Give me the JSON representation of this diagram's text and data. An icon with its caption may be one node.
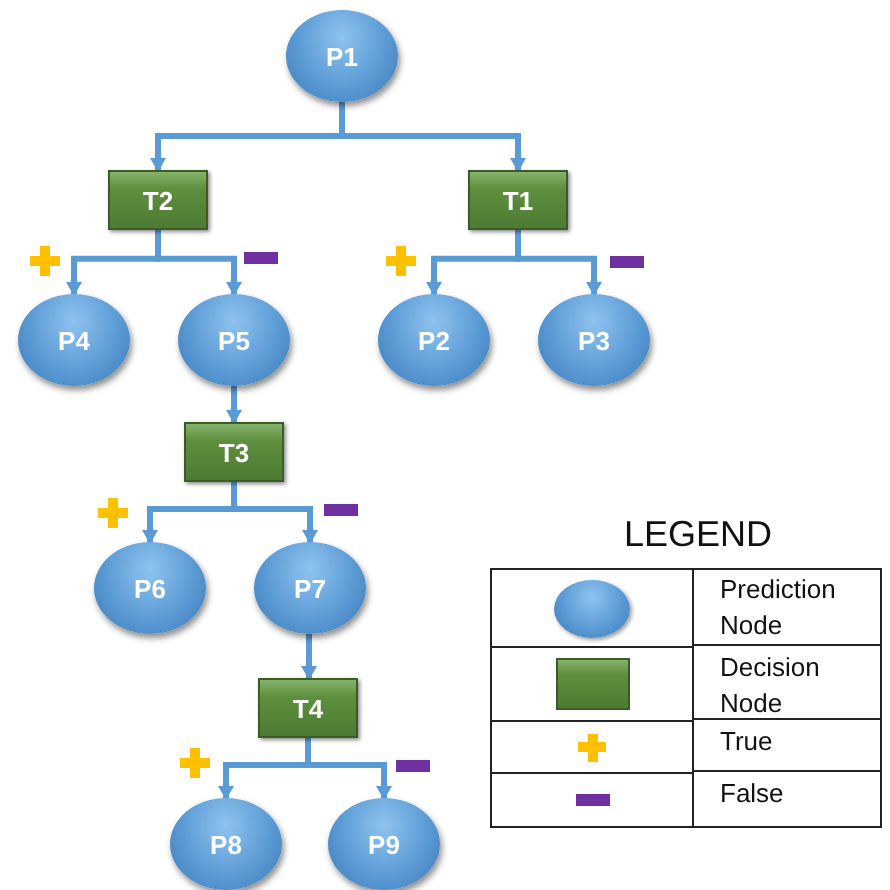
{
  "diagram": {
    "nodes": [
      {
        "text": [
          "P1"
        ]
      },
      {
        "text": [
          "T2"
        ]
      },
      {
        "text": [
          "T1"
        ]
      },
      {
        "text": [
          "P4"
        ]
      },
      {
        "text": [
          "P5"
        ]
      },
      {
        "text": [
          "P2"
        ]
      },
      {
        "text": [
          "P3"
        ]
      },
      {
        "text": [
          "T3"
        ]
      },
      {
        "text": [
          "P6"
        ]
      },
      {
        "text": [
          "P7"
        ]
      },
      {
        "text": [
          "T4"
        ]
      },
      {
        "text": [
          "P8"
        ]
      },
      {
        "text": [
          "P9"
        ]
      }
    ],
    "edges": [
      {
        "from": 0,
        "to": 1,
        "arrow": "to"
      },
      {
        "from": 0,
        "to": 2,
        "arrow": "to"
      },
      {
        "from": 1,
        "to": 3,
        "arrow": "to"
      },
      {
        "from": 1,
        "to": 4,
        "arrow": "to"
      },
      {
        "from": 2,
        "to": 5,
        "arrow": "to"
      },
      {
        "from": 2,
        "to": 6,
        "arrow": "to"
      },
      {
        "from": 4,
        "to": 7,
        "arrow": "to"
      },
      {
        "from": 7,
        "to": 8,
        "arrow": "to"
      },
      {
        "from": 7,
        "to": 9,
        "arrow": "to"
      },
      {
        "from": 9,
        "to": 10,
        "arrow": "to"
      },
      {
        "from": 10,
        "to": 11,
        "arrow": "to"
      },
      {
        "from": 10,
        "to": 12,
        "arrow": "to"
      }
    ],
    "labels": [
      "LEGEND"
    ],
    "legend": [
      {
        "text": "Prediction Node"
      },
      {
        "text": "Decision Node"
      },
      {
        "text": "True"
      },
      {
        "text": "False"
      }
    ]
  }
}
